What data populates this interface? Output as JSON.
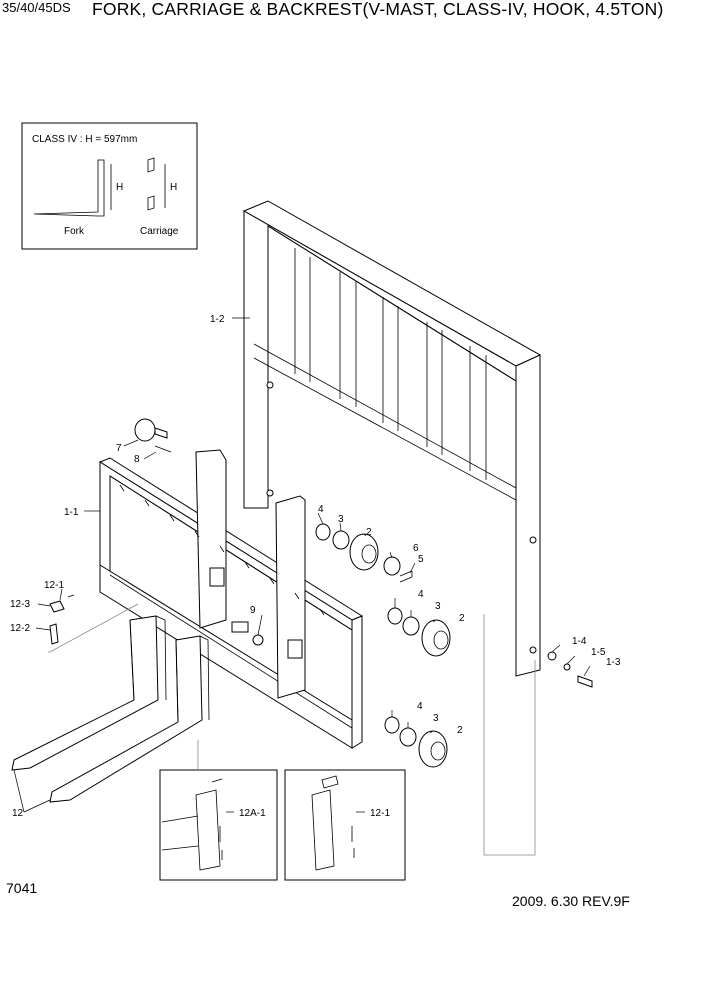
{
  "header": {
    "model": "35/40/45DS",
    "title": "FORK, CARRIAGE & BACKREST(V-MAST, CLASS-IV, HOOK, 4.5TON)"
  },
  "inset": {
    "class_label": "CLASS IV : H = 597mm",
    "dim_label": "H",
    "fork_label": "Fork",
    "carriage_label": "Carriage"
  },
  "callouts": {
    "backrest": "1-2",
    "carriage": "1-1",
    "roller_a": "7",
    "bolt_a": "8",
    "shim_top": "4",
    "washer_top": "3",
    "roller_top": "2",
    "plate": "6",
    "screw": "5",
    "shim_mid": "4",
    "washer_mid": "3",
    "roller_mid": "2",
    "nut": "9",
    "washer_1_4": "1-4",
    "washer_1_5": "1-5",
    "bolt_1_3": "1-3",
    "shim_low": "4",
    "washer_low": "3",
    "roller_low": "2",
    "pin_12_1": "12-1",
    "stop_12_3": "12-3",
    "spring_12_2": "12-2",
    "fork": "12",
    "hook_12a_1": "12A-1",
    "hook_12_1": "12-1"
  },
  "footer": {
    "page_number": "7041",
    "revision": "2009. 6.30 REV.9F"
  }
}
